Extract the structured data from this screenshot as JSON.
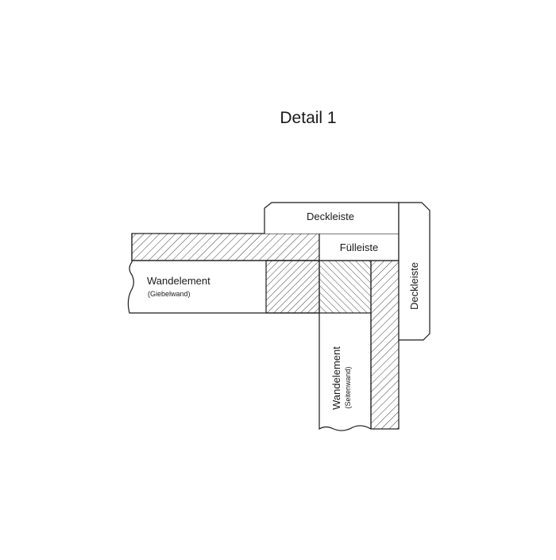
{
  "title": "Detail 1",
  "labels": {
    "deckleiste_top": "Deckleiste",
    "fuelleiste": "Fülleiste",
    "deckleiste_side": "Deckleiste",
    "wandelement_gable": "Wandelement",
    "wandelement_gable_sub": "(Giebelwand)",
    "wandelement_side": "Wandelement",
    "wandelement_side_sub": "(Seitenwand)"
  },
  "colors": {
    "line": "#1a1a1a",
    "hatch": "#2a2a2a",
    "background": "#ffffff"
  }
}
